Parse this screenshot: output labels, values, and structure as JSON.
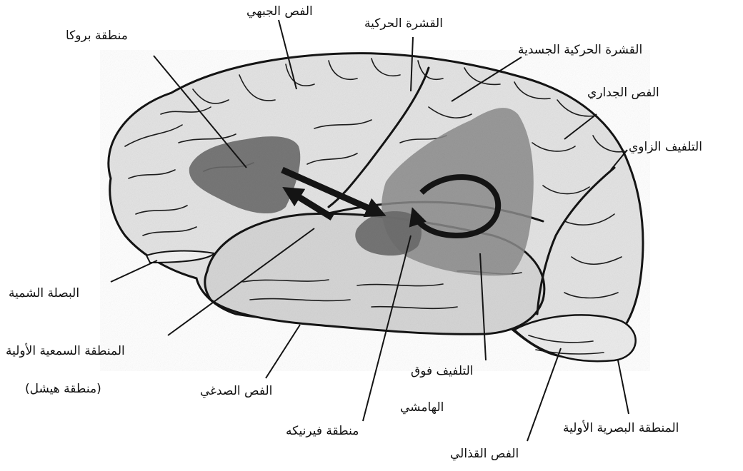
{
  "labels": {
    "frontal_lobe": "الفص الجبهي",
    "motor_cortex": "القشرة الحركية",
    "broca_area": "منطقة بروكا",
    "somatosensory_cortex": "القشرة الحركية الجسدية",
    "parietal_lobe": "الفص الجداري",
    "angular_gyrus": "التلفيف الزاوي",
    "olfactory_bulb": "البصلة الشمية",
    "primary_auditory_area": "المنطقة السمعية الأولية",
    "heschl_area": "(منطقة هيشل)",
    "temporal_lobe": "الفص الصدغي",
    "supramarginal_gyrus_line1": "التلفيف فوق",
    "supramarginal_gyrus_line2": "الهامشي",
    "wernicke_area": "منطقة فيرنيكه",
    "occipital_lobe": "الفص القذالي",
    "primary_visual_area": "المنطقة البصرية الأولية"
  },
  "colors": {
    "outline": "#141414",
    "brain_fill": "#e4e4e4",
    "temporal_fill": "#d6d6d6",
    "region_dark": "#6a6a6a",
    "region_mid": "#8c8c8c",
    "arrow": "#141414"
  }
}
